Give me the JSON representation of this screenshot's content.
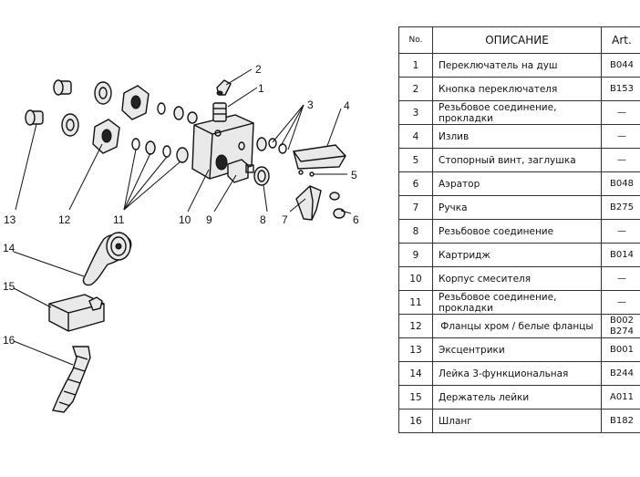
{
  "table": {
    "headers": {
      "no": "No.",
      "description": "ОПИСАНИЕ",
      "art": "Art."
    },
    "rows": [
      {
        "no": "1",
        "description": "Переключатель на душ",
        "art": "B044"
      },
      {
        "no": "2",
        "description": "Кнопка переключателя",
        "art": "B153"
      },
      {
        "no": "3",
        "description": "Резьбовое соединение, прокладки",
        "art": "—"
      },
      {
        "no": "4",
        "description": "Излив",
        "art": "—"
      },
      {
        "no": "5",
        "description": "Стопорный винт, заглушка",
        "art": "—"
      },
      {
        "no": "6",
        "description": "Аэратор",
        "art": "B048"
      },
      {
        "no": "7",
        "description": "Ручка",
        "art": "B275"
      },
      {
        "no": "8",
        "description": "Резьбовое соединение",
        "art": "—"
      },
      {
        "no": "9",
        "description": "Картридж",
        "art": "B014"
      },
      {
        "no": "10",
        "description": "Корпус смесителя",
        "art": "—"
      },
      {
        "no": "11",
        "description": "Резьбовое соединение, прокладки",
        "art": "—"
      },
      {
        "no": "12",
        "description": "Фланцы хром / белые фланцы",
        "art": "B002 B274"
      },
      {
        "no": "13",
        "description": "Эксцентрики",
        "art": "B001"
      },
      {
        "no": "14",
        "description": "Лейка 3-функциональная",
        "art": "B244"
      },
      {
        "no": "15",
        "description": "Держатель лейки",
        "art": "A011"
      },
      {
        "no": "16",
        "description": "Шланг",
        "art": "B182"
      }
    ]
  },
  "diagram": {
    "callouts": [
      "1",
      "2",
      "3",
      "4",
      "5",
      "6",
      "7",
      "8",
      "9",
      "10",
      "11",
      "12",
      "13",
      "14",
      "15",
      "16"
    ]
  }
}
